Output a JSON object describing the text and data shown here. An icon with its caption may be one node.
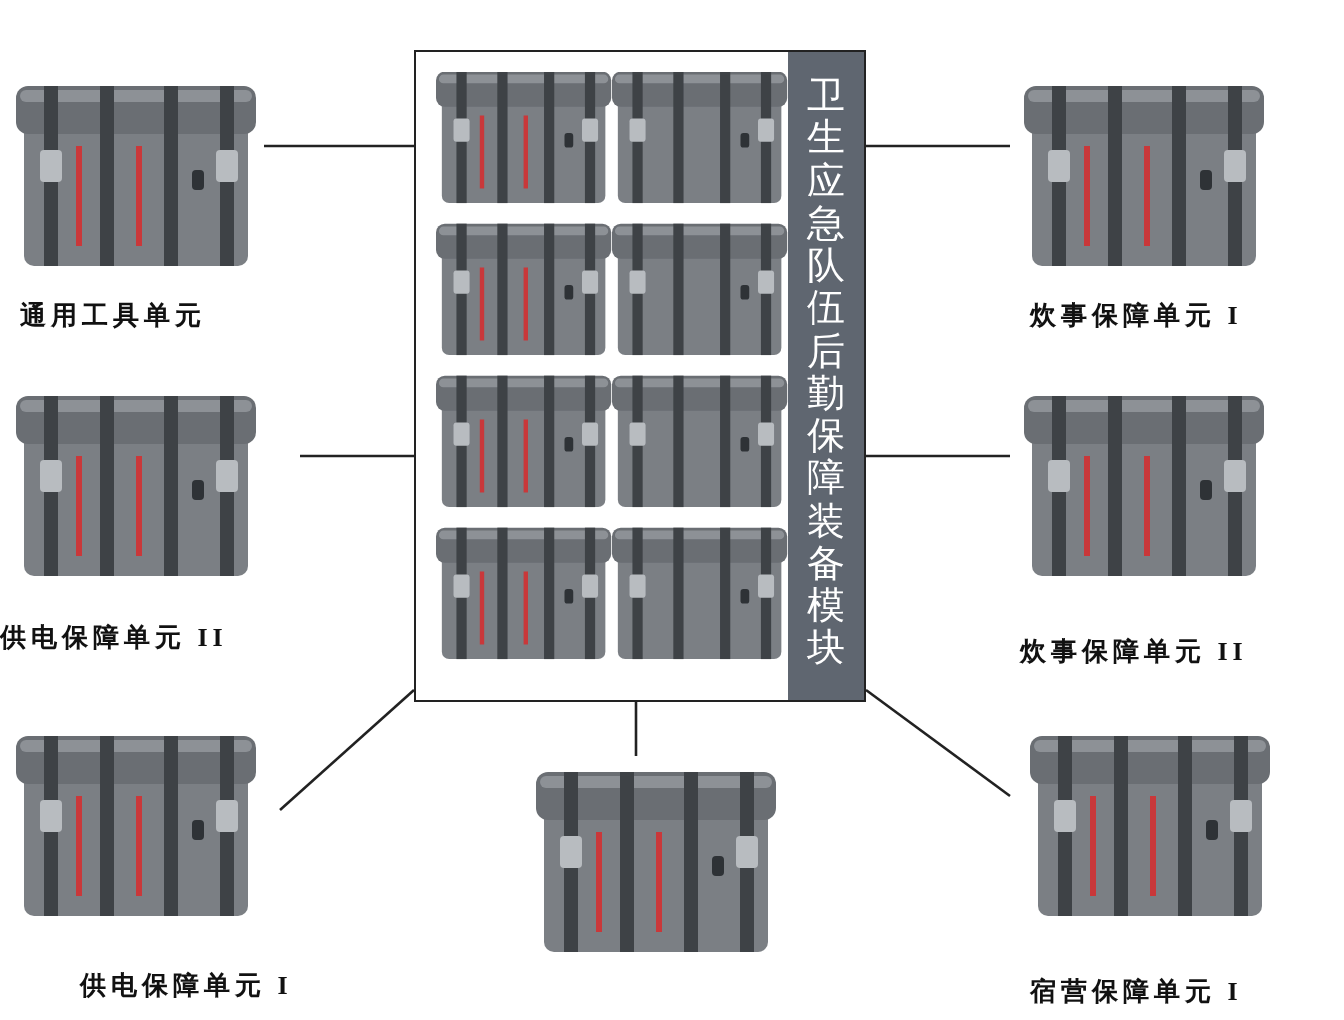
{
  "diagram": {
    "nodes": [
      {
        "text": [
          "卫生应急队伍后勤保障装备模块"
        ]
      },
      {
        "text": [
          "通用工具单元"
        ]
      },
      {
        "text": [
          "炊事保障单元 I"
        ]
      },
      {
        "text": [
          "供电保障单元 II"
        ]
      },
      {
        "text": [
          "炊事保障单元 II"
        ]
      },
      {
        "text": [
          "供电保障单元 I"
        ]
      },
      {
        "text": [],
        "shape": "picture"
      },
      {
        "text": [
          "宿营保障单元 I"
        ]
      }
    ],
    "edges": [
      {
        "from": 0,
        "to": 1,
        "arrow": "none"
      },
      {
        "from": 0,
        "to": 2,
        "arrow": "none"
      },
      {
        "from": 0,
        "to": 3,
        "arrow": "none"
      },
      {
        "from": 0,
        "to": 4,
        "arrow": "none"
      },
      {
        "from": 0,
        "to": 5,
        "arrow": "none"
      },
      {
        "from": 0,
        "to": 6,
        "arrow": "none"
      },
      {
        "from": 0,
        "to": 7,
        "arrow": "none"
      }
    ]
  }
}
